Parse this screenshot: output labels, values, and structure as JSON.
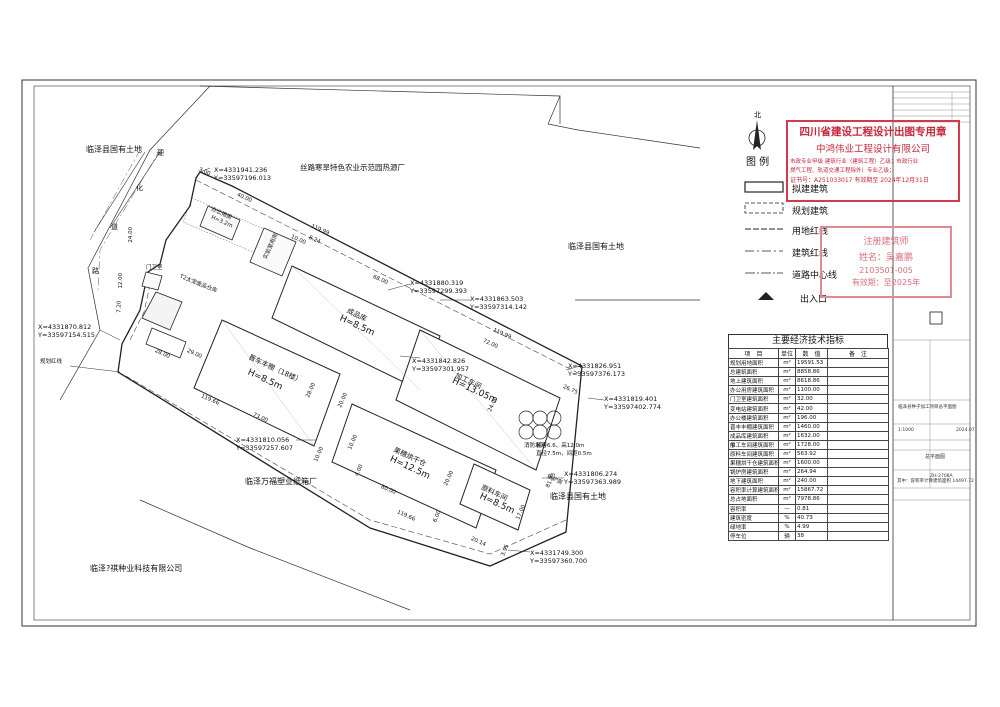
{
  "neighbors": {
    "linze_state_land_top": "临泽县国有土地",
    "greenhouse_factory": "丝路寒旱特色农业示范园热源厂",
    "linze_state_land_right": "临泽县国有土地",
    "paper_factory": "临泽万福塑业纸箱厂",
    "linze_state_land_bottom": "临泽县国有土地",
    "seed_company": "临泽?祺种业科技有限公司",
    "road_chars": [
      "硬",
      "化",
      "道",
      "路"
    ]
  },
  "buildings": {
    "office": {
      "name": "办公用房",
      "height": "H=3.2m"
    },
    "lab": {
      "name": "实验室用房",
      "height": "H=3.6m"
    },
    "gate_house": "门卫室",
    "waste_room": "T2太宝废品仓库",
    "finished_storage": {
      "name": "成品库",
      "height": "H=8.5m"
    },
    "dry_seed_storage": {
      "name": "晋车丰棚（18楼）",
      "height": "H=8.5m"
    },
    "process_workshop": {
      "name": "加工车间",
      "height": "H=13.05m"
    },
    "corn_storage": {
      "name": "果穗烘干仓",
      "height": "H=12.5m"
    },
    "raw_workshop": {
      "name": "原料车间",
      "height": "H=8.5m"
    },
    "boiler_room": "锅炉房",
    "fire_pool": "消防水池",
    "note_tank": "罐容6.6、高12.0m",
    "note_dims": "直径7.5m，间距0.5m",
    "fire_line": "建筑红线"
  },
  "dimensions": [
    "3.00",
    "40.00",
    "119.99",
    "10.00",
    "8.24",
    "24.00",
    "12.00",
    "7.20",
    "28.00",
    "29.00",
    "68.00",
    "72.00",
    "119.99",
    "26.75",
    "24.00",
    "20.00",
    "28.00",
    "119.66",
    "73.00",
    "20.00",
    "80.00",
    "119.66",
    "20.14",
    "4.00",
    "6.00",
    "10.00",
    "10.00",
    "3.95",
    "17.00",
    "81.75"
  ],
  "coordinates": [
    {
      "x": "X=4331941.236",
      "y": "Y=33597196.013"
    },
    {
      "x": "X=4331880.319",
      "y": "Y=33597299.393"
    },
    {
      "x": "X=4331863.503",
      "y": "Y=33597314.142"
    },
    {
      "x": "X=4331870.812",
      "y": "Y=33597154.515"
    },
    {
      "x": "X=4331842.826",
      "y": "Y=33597301.957"
    },
    {
      "x": "X=4331826.951",
      "y": "Y=33597376.173"
    },
    {
      "x": "X=4331819.401",
      "y": "Y=33597402.774"
    },
    {
      "x": "X=4331810.056",
      "y": "Y=33597257.607"
    },
    {
      "x": "X=4331806.274",
      "y": "Y=33597363.989"
    },
    {
      "x": "X=4331749.300",
      "y": "Y=33597360.700"
    }
  ],
  "edge_label": "规划红线",
  "legend": {
    "north": "北",
    "title": "图 例",
    "items": [
      "拟建建筑",
      "规划建筑",
      "用地红线",
      "建筑红线",
      "道路中心线",
      "出入口"
    ]
  },
  "table": {
    "title": "主要经济技术指标",
    "headers": [
      "项　目",
      "单位",
      "数　值",
      "备　注"
    ],
    "rows": [
      [
        "规划用地面积",
        "m²",
        "19591.53",
        ""
      ],
      [
        "总建筑面积",
        "m²",
        "8858.86",
        ""
      ],
      [
        "地上建筑面积",
        "m²",
        "8618.86",
        ""
      ],
      [
        "办公用房建筑面积",
        "m²",
        "1100.00",
        ""
      ],
      [
        "门卫室建筑面积",
        "m²",
        "32.00",
        ""
      ],
      [
        "变电站建筑面积",
        "m²",
        "42.00",
        ""
      ],
      [
        "办公楼建筑面积",
        "m²",
        "196.00",
        ""
      ],
      [
        "晋丰丰棚建筑面积",
        "m²",
        "1460.00",
        ""
      ],
      [
        "成品库建筑面积",
        "m²",
        "1632.00",
        ""
      ],
      [
        "加工车间建筑面积",
        "m²",
        "1728.00",
        ""
      ],
      [
        "原料车间建筑面积",
        "m²",
        "563.92",
        ""
      ],
      [
        "果穗烘干仓建筑面积",
        "m²",
        "1600.00",
        ""
      ],
      [
        "锅炉房建筑面积",
        "m²",
        "264.94",
        ""
      ],
      [
        "地下建筑面积",
        "m²",
        "240.00",
        ""
      ],
      [
        "容积率计算建筑面积",
        "m²",
        "15867.72",
        ""
      ],
      [
        "总占地面积",
        "m²",
        "7978.86",
        ""
      ],
      [
        "容积率",
        "—",
        "0.81",
        ""
      ],
      [
        "建筑密度",
        "%",
        "40.73",
        ""
      ],
      [
        "绿地率",
        "%",
        "4.99",
        ""
      ],
      [
        "停车位",
        "辆",
        "38",
        ""
      ]
    ],
    "side_label": "中",
    "note": "其中：容积率计算建筑面积 14497.72"
  },
  "stamp": {
    "line1": "四川省建设工程设计出图专用章",
    "line2": "中鸿伟业工程设计有限公司",
    "line3": "市政专业甲级 建筑行业（建筑工程）乙级；市政行业",
    "line4": "燃气工程、轨道交通工程除外）专业乙级；",
    "line5": "证书号：A251033017 有效期至 2024年12月31日",
    "reg_line1": "注册建筑师",
    "reg_line2": "姓名：吴嘉鹏",
    "reg_line3": "2103501-005",
    "reg_line4": "有效期：至2025年"
  },
  "title_block": {
    "project": "临泽县种子加工项目总平面图",
    "drawing": "总平面图",
    "scale": "1:1000",
    "number": "ZH-2708A",
    "date": "2024.07"
  }
}
